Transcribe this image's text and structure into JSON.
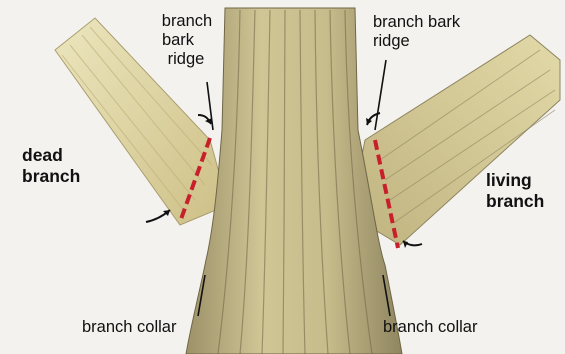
{
  "labels": {
    "left_ridge": [
      "branch",
      "bark",
      "ridge"
    ],
    "right_ridge": [
      "branch bark",
      "ridge"
    ],
    "dead_branch": [
      "dead",
      "branch"
    ],
    "living_branch": [
      "living",
      "branch"
    ],
    "left_collar": "branch collar",
    "right_collar": "branch collar"
  },
  "colors": {
    "background": "#f4f2ef",
    "bark_light": "#d9cf9b",
    "bark_mid": "#b9ad7c",
    "bark_dark": "#7f7552",
    "cut_line": "#c8202a",
    "text": "#111111"
  }
}
